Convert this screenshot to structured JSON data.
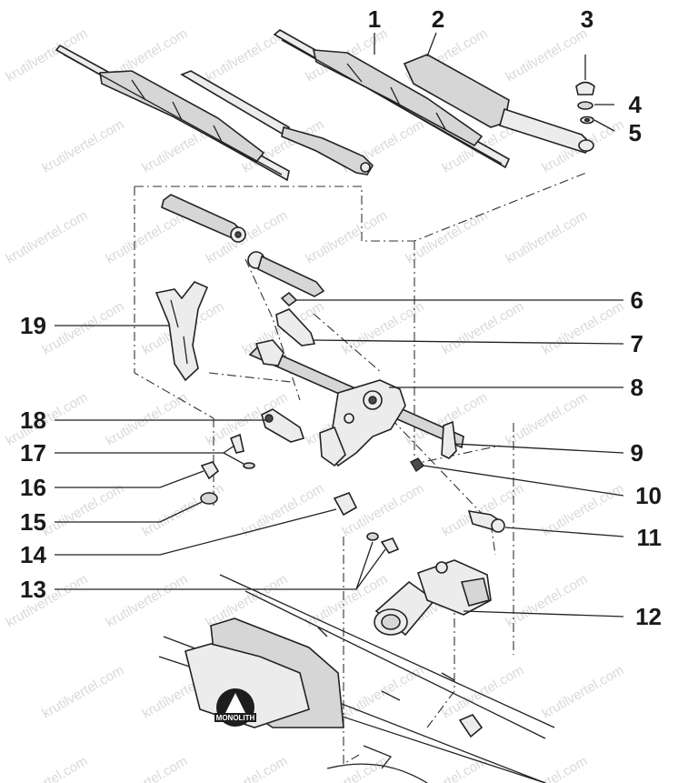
{
  "watermark": "krutilvertel.com",
  "logo": {
    "text": "MONOLITH"
  },
  "callouts": [
    "1",
    "2",
    "3",
    "4",
    "5",
    "6",
    "7",
    "8",
    "9",
    "10",
    "11",
    "12",
    "13",
    "14",
    "15",
    "16",
    "17",
    "18",
    "19"
  ]
}
